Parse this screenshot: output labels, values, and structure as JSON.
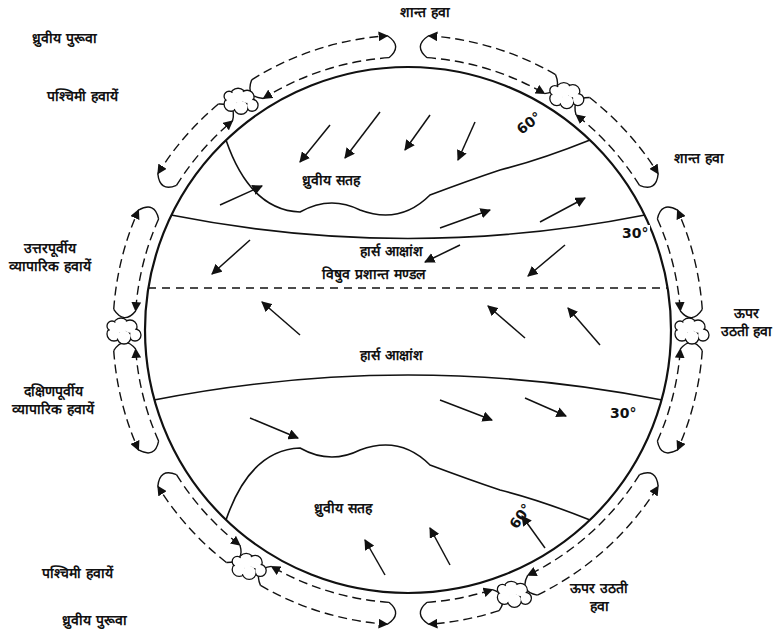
{
  "diagram": {
    "labels": [
      "शान्त हवा",
      "ध्रुवीय पुरूवा",
      "पश्चिमी हवायें",
      "ध्रुवीय सतह",
      "60°",
      "शान्त हवा",
      "30°",
      "उत्तरपूर्वीय व्यापारिक हवायें",
      "हार्स आक्षांश",
      "विषुव प्रशान्त मण्डल",
      "ऊपर उठती हवा",
      "हार्स आक्षांश",
      "दक्षिणपूर्वीय व्यापारिक हवायें",
      "30°",
      "ध्रुवीय सतह",
      "60°",
      "पश्चिमी हवायें",
      "ऊपर उठती हवा",
      "ध्रुवीय पुरूवा"
    ]
  }
}
